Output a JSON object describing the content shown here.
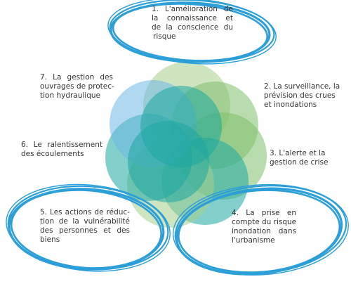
{
  "colors": {
    "loop": "#2c9fd8",
    "blue": "#6fb8e6",
    "teal": "#1ea7a0",
    "green": "#7fbf6b",
    "light_green": "#a7cf8c"
  },
  "items": [
    {
      "lines": [
        "1. L'amélioration de",
        "la connaissance et",
        "de la conscience du",
        "risque"
      ]
    },
    {
      "lines": [
        "2. La surveillance, la",
        "prévision des crues",
        "et inondations"
      ]
    },
    {
      "lines": [
        "3. L'alerte et la",
        "gestion de crise"
      ]
    },
    {
      "lines": [
        "4. La prise en",
        "compte du risque",
        "inondation dans",
        "l'urbanisme"
      ]
    },
    {
      "lines": [
        "5. Les actions de réduc-",
        "tion de la vulnérabilité",
        "des personnes et des",
        "biens"
      ]
    },
    {
      "lines": [
        "6. Le ralentissement",
        "des écoulements"
      ]
    },
    {
      "lines": [
        "7. La gestion des",
        "ouvrages de protec-",
        "tion hydraulique"
      ]
    }
  ]
}
